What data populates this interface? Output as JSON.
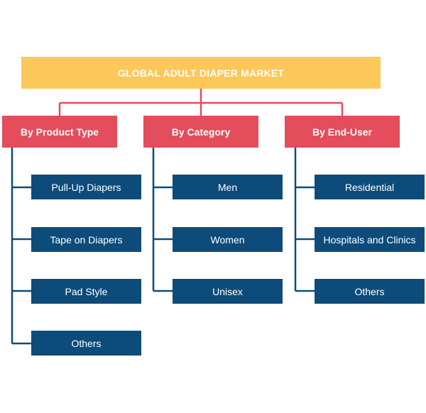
{
  "root": {
    "label": "GLOBAL ADULT DIAPER MARKET"
  },
  "categories": [
    {
      "label": "By Product Type",
      "items": [
        "Pull-Up Diapers",
        "Tape on Diapers",
        "Pad Style",
        "Others"
      ]
    },
    {
      "label": "By Category",
      "items": [
        "Men",
        "Women",
        "Unisex"
      ]
    },
    {
      "label": "By End-User",
      "items": [
        "Residential",
        "Hospitals and Clinics",
        "Others"
      ]
    }
  ],
  "colors": {
    "root": "#fcc85a",
    "category": "#e34d5c",
    "leaf": "#0d4c7a",
    "root_connector": "#e34d5c",
    "leaf_connector": "#0d4c7a"
  }
}
